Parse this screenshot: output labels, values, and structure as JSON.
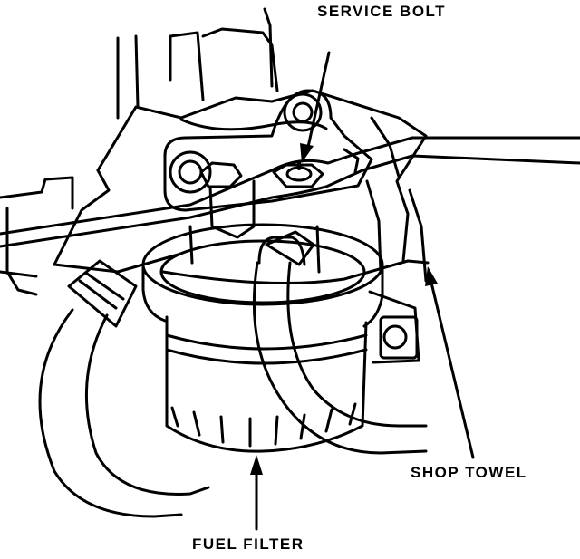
{
  "labels": {
    "service_bolt": "SERVICE BOLT",
    "shop_towel": "SHOP TOWEL",
    "fuel_filter": "FUEL FILTER"
  },
  "colors": {
    "ink": "#000000",
    "paper": "#ffffff"
  }
}
